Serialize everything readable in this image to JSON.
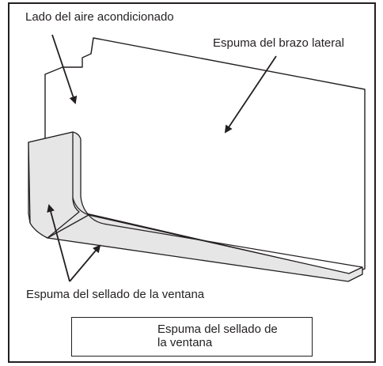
{
  "labels": {
    "ac_side": "Lado del aire acondicionado",
    "side_arm_foam": "Espuma del brazo lateral",
    "window_seal_foam": "Espuma del sellado de la ventana"
  },
  "legend": {
    "text_line1": "Espuma del sellado de",
    "text_line2": "la ventana",
    "icon": "foam-roll-icon"
  },
  "colors": {
    "stroke": "#231f20",
    "foam_fill": "#e6e6e6",
    "panel_fill": "#ffffff"
  }
}
